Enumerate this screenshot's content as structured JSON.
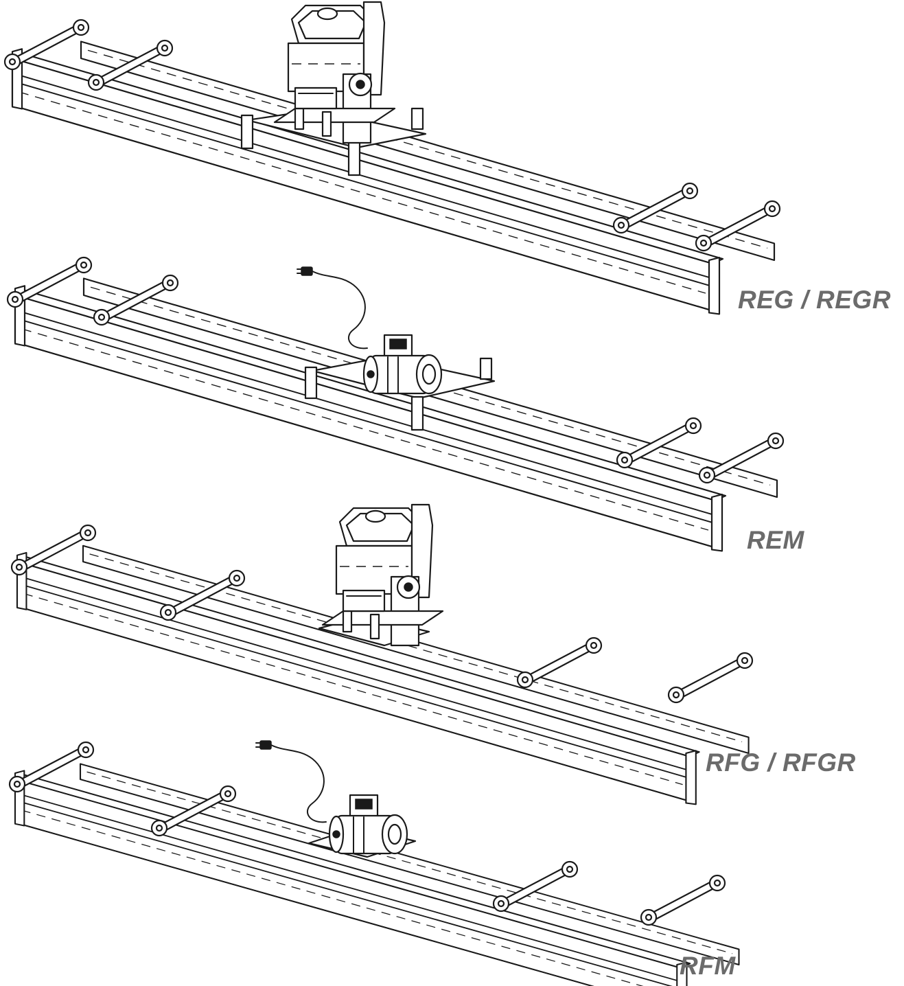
{
  "models": [
    {
      "id": "reg",
      "label": "REG / REGR",
      "drive": "petrol-engine",
      "frame": "double-crossbar"
    },
    {
      "id": "rem",
      "label": "REM",
      "drive": "electric-motor",
      "frame": "double-crossbar"
    },
    {
      "id": "rfg",
      "label": "RFG / RFGR",
      "drive": "petrol-engine",
      "frame": "single-crossbar"
    },
    {
      "id": "rfm",
      "label": "RFM",
      "drive": "electric-motor",
      "frame": "single-crossbar"
    }
  ]
}
